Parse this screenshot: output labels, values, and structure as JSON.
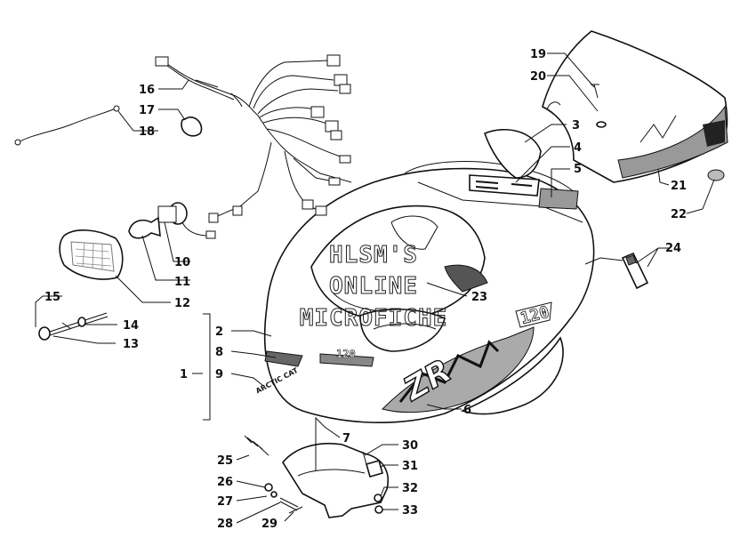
{
  "watermark": {
    "line1": "HLSM'S",
    "line2": "ONLINE",
    "line3": "MICROFICHE"
  },
  "decals": {
    "brand": "ARCTIC CAT",
    "model_number": "120",
    "model_name": "ZR"
  },
  "callouts": [
    "1",
    "2",
    "3",
    "4",
    "5",
    "6",
    "7",
    "8",
    "9",
    "10",
    "11",
    "12",
    "13",
    "14",
    "15",
    "16",
    "17",
    "18",
    "19",
    "20",
    "21",
    "22",
    "23",
    "24",
    "25",
    "26",
    "27",
    "28",
    "29",
    "30",
    "31",
    "32",
    "33"
  ]
}
